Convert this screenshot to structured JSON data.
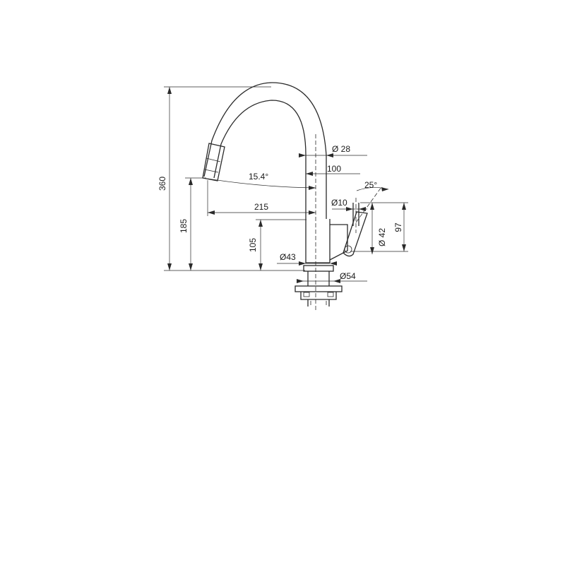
{
  "drawing": {
    "dimensions": {
      "height_total": "360",
      "spout_height": "185",
      "body_height": "105",
      "spout_reach": "215",
      "handle_offset": "100",
      "spout_angle": "15.4°",
      "handle_angle": "25°",
      "tube_diameter": "Ø 28",
      "handle_diameter": "Ø10",
      "lever_diameter": "Ø 42",
      "handle_height": "97",
      "body_diameter": "Ø43",
      "base_diameter": "Ø54"
    }
  }
}
